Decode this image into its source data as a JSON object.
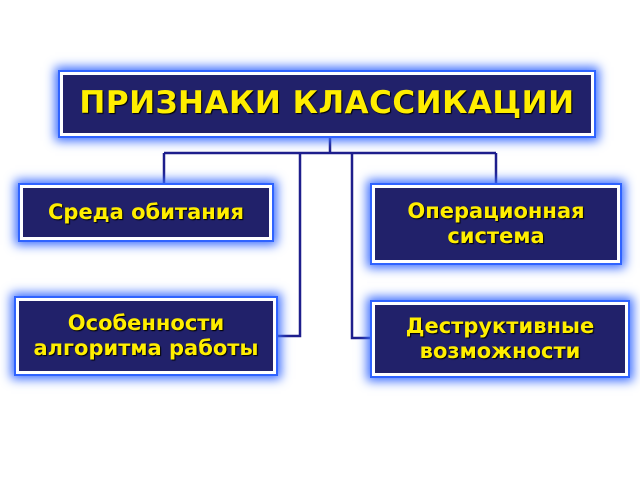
{
  "diagram": {
    "title": "ПРИЗНАКИ КЛАССИКАЦИИ",
    "left_items": [
      {
        "lines": [
          "Среда обитания"
        ]
      },
      {
        "lines": [
          "Особенности",
          "алгоритма работы"
        ]
      }
    ],
    "right_items": [
      {
        "lines": [
          "Операционная",
          "система"
        ]
      },
      {
        "lines": [
          "Деструктивные",
          "возможности"
        ]
      }
    ]
  },
  "colors": {
    "box_fill": "#21216a",
    "box_glow": "#3b6dff",
    "text": "#ffee00",
    "connector": "#1e1e8c"
  }
}
